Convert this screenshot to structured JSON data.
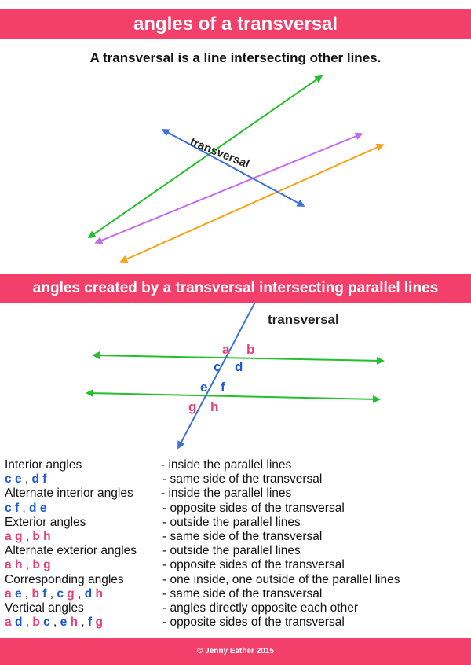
{
  "title": "angles of a transversal",
  "intro": "A transversal is a line intersecting other lines.",
  "diagram1": {
    "label": "transversal",
    "colors": {
      "green": "#22c02a",
      "purple": "#c56bf0",
      "orange": "#f7a219",
      "blue": "#3a6fe0"
    }
  },
  "section_title": "angles created by a transversal intersecting parallel lines",
  "diagram2": {
    "label": "transversal",
    "angles": {
      "a": "a",
      "b": "b",
      "c": "c",
      "d": "d",
      "e": "e",
      "f": "f",
      "g": "g",
      "h": "h"
    },
    "colors": {
      "parallel": "#22c02a",
      "transversal": "#3a6fe0",
      "pink": "#e6407a",
      "blue": "#1b5ad8"
    }
  },
  "rows": [
    {
      "type": "header",
      "term": "Interior angles",
      "desc": "- inside the parallel lines"
    },
    {
      "type": "pairs",
      "pairs": [
        [
          "c",
          "e",
          "b",
          "b"
        ],
        [
          "d",
          "f",
          "b",
          "b"
        ]
      ],
      "desc": "- same side of the transversal"
    },
    {
      "type": "header",
      "term": "Alternate interior angles",
      "desc": "- inside the parallel lines"
    },
    {
      "type": "pairs",
      "pairs": [
        [
          "c",
          "f",
          "b",
          "b"
        ],
        [
          "d",
          "e",
          "b",
          "b"
        ]
      ],
      "desc": "- opposite sides of the transversal"
    },
    {
      "type": "header",
      "term": "Exterior angles",
      "desc": "- outside the parallel lines"
    },
    {
      "type": "pairs",
      "pairs": [
        [
          "a",
          "g",
          "p",
          "p"
        ],
        [
          "b",
          "h",
          "p",
          "p"
        ]
      ],
      "desc": "- same side of the transversal"
    },
    {
      "type": "header",
      "term": "Alternate exterior angles",
      "desc": "- outside the parallel lines"
    },
    {
      "type": "pairs",
      "pairs": [
        [
          "a",
          "h",
          "p",
          "p"
        ],
        [
          "b",
          "g",
          "p",
          "p"
        ]
      ],
      "desc": "- opposite sides of the transversal"
    },
    {
      "type": "header",
      "term": "Corresponding angles",
      "desc": "- one inside, one outside of the parallel lines"
    },
    {
      "type": "pairs",
      "pairs": [
        [
          "a",
          "e",
          "p",
          "b"
        ],
        [
          "b",
          "f",
          "p",
          "b"
        ],
        [
          "c",
          "g",
          "b",
          "p"
        ],
        [
          "d",
          "h",
          "b",
          "p"
        ]
      ],
      "desc": "- same side of the transversal"
    },
    {
      "type": "header",
      "term": "Vertical angles",
      "desc": "- angles directly opposite each other"
    },
    {
      "type": "pairs",
      "pairs": [
        [
          "a",
          "d",
          "p",
          "b"
        ],
        [
          "b",
          "c",
          "p",
          "b"
        ],
        [
          "e",
          "h",
          "b",
          "p"
        ],
        [
          "f",
          "g",
          "b",
          "p"
        ]
      ],
      "desc": "- opposite sides of the transversal"
    }
  ],
  "footer": "© Jenny Eather 2015"
}
